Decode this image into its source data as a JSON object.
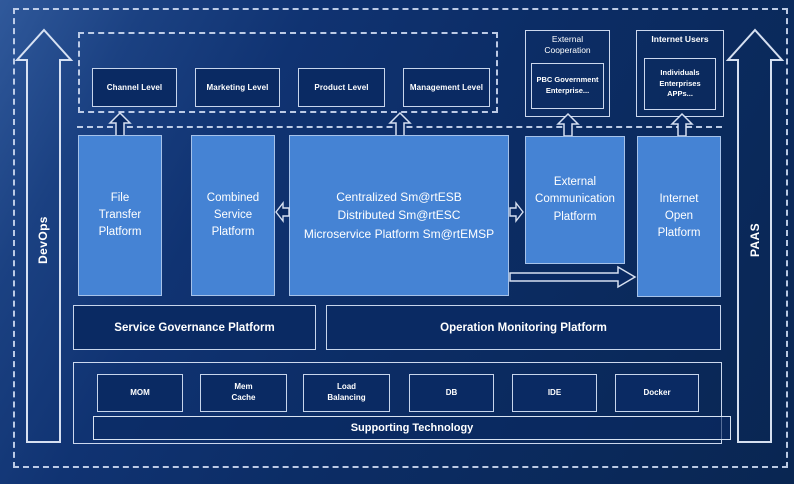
{
  "colors": {
    "background": "#0c2d66",
    "accent_blue": "#4583d4",
    "navy_box": "#0a2a63",
    "border_light": "#c7d6ee",
    "text": "#ffffff"
  },
  "rails": {
    "left": "DevOps",
    "right": "PAAS"
  },
  "levels": {
    "items": [
      "Channel Level",
      "Marketing Level",
      "Product Level",
      "Management Level"
    ]
  },
  "external_cooperation": {
    "title": "External\nCooperation",
    "members": "PBC Government\nEnterprise..."
  },
  "internet_users": {
    "title": "Internet Users",
    "members": "Individuals\nEnterprises\nAPPs..."
  },
  "platforms": {
    "file_transfer": "File\nTransfer\nPlatform",
    "combined_service": "Combined\nService\nPlatform",
    "esb": "Centralized Sm@rtESB\nDistributed Sm@rtESC\nMicroservice Platform Sm@rtEMSP",
    "external_communication": "External\nCommunication\nPlatform",
    "internet_open": "Internet\nOpen\nPlatform"
  },
  "governance": {
    "service": "Service Governance Platform",
    "operation": "Operation Monitoring Platform"
  },
  "supporting": {
    "title": "Supporting Technology",
    "items": [
      "MOM",
      "Mem\nCache",
      "Load\nBalancing",
      "DB",
      "IDE",
      "Docker"
    ]
  }
}
